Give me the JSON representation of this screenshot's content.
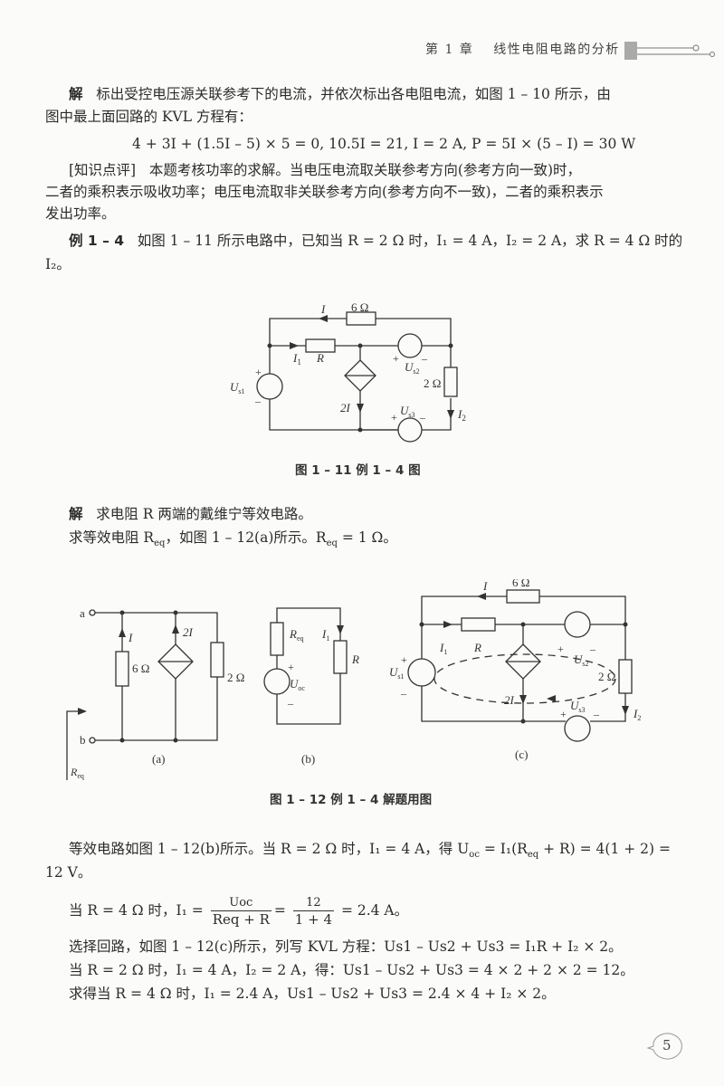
{
  "header": {
    "chapter": "第 1 章",
    "title": "线性电阻电路的分析"
  },
  "solution_1_3": {
    "label": "解",
    "line1": "标出受控电压源关联参考下的电流，并依次标出各电阻电流，如图 1 – 10 所示，由",
    "line2": "图中最上面回路的 KVL 方程有：",
    "equation": "4 + 3I + (1.5I – 5) × 5 = 0, 10.5I = 21, I = 2 A, P = 5I × (5 – I) = 30 W",
    "comment_label": "[知识点评]",
    "comment_line1": "本题考核功率的求解。当电压电流取关联参考方向(参考方向一致)时，",
    "comment_line2": "二者的乘积表示吸收功率；电压电流取非关联参考方向(参考方向不一致)，二者的乘积表示",
    "comment_line3": "发出功率。"
  },
  "example_1_4": {
    "label": "例 1 – 4",
    "text_a": "如图 1 – 11 所示电路中，已知当",
    "text_b": "R = 2 Ω 时，I₁ = 4 A，I₂ = 2 A，求 R = 4 Ω 时的",
    "text_c": "I₂。"
  },
  "figure_1_11": {
    "caption": "图 1 – 11   例 1 – 4 图",
    "labels": {
      "I": "I",
      "r6": "6 Ω",
      "I1": "I",
      "I1_sub": "1",
      "R": "R",
      "Us1": "U",
      "Us1_sub": "s1",
      "Us2": "U",
      "Us2_sub": "s2",
      "Us3": "U",
      "Us3_sub": "s3",
      "r2": "2 Ω",
      "I2": "I",
      "I2_sub": "2",
      "ctrl": "2I",
      "plus": "+",
      "minus": "–"
    }
  },
  "solution_1_4": {
    "label": "解",
    "line1": "求电阻 R 两端的戴维宁等效电路。",
    "line2a": "求等效电阻 R",
    "line2_sub": "eq",
    "line2b": "，如图 1 – 12(a)所示。R",
    "line2c": " = 1 Ω。"
  },
  "figure_1_12": {
    "caption": "图 1 – 12   例 1 – 4 解题用图",
    "sub_a": "(a)",
    "sub_b": "(b)",
    "sub_c": "(c)",
    "a_labels": {
      "a": "a",
      "b": "b",
      "I": "I",
      "ctrl": "2I",
      "r6": "6 Ω",
      "r2": "2 Ω",
      "Req": "R",
      "Req_sub": "eq"
    },
    "b_labels": {
      "Req": "R",
      "Req_sub": "eq",
      "I1": "I",
      "I1_sub": "1",
      "R": "R",
      "Uoc": "U",
      "Uoc_sub": "oc",
      "plus": "+",
      "minus": "–"
    }
  },
  "solution_cont": {
    "p1a": "等效电路如图 1 – 12(b)所示。当 R = 2 Ω 时，I₁ = 4 A，得 U",
    "p1_sub": "oc",
    "p1b": " = I₁(R",
    "p1_sub2": "eq",
    "p1c": " + R) = 4(1 + 2) =",
    "p1d": "12 V。",
    "p2a": "当 R = 4 Ω 时，I₁ =",
    "p2_num": "Uoc",
    "p2_den": "Req + R",
    "p2_num2": "12",
    "p2_den2": "1 + 4",
    "p2b": "= 2.4 A。",
    "p3": "选择回路，如图 1 – 12(c)所示，列写 KVL 方程：Us1 – Us2 + Us3 = I₁R + I₂ × 2。",
    "p4": "当 R = 2 Ω 时，I₁ = 4 A，I₂ = 2 A，得：Us1 – Us2 + Us3 = 4 × 2 + 2 × 2 = 12。",
    "p5": "求得当 R = 4 Ω 时，I₁ = 2.4 A，Us1 – Us2 + Us3 = 2.4 × 4 + I₂ × 2。"
  },
  "page_number": "5"
}
